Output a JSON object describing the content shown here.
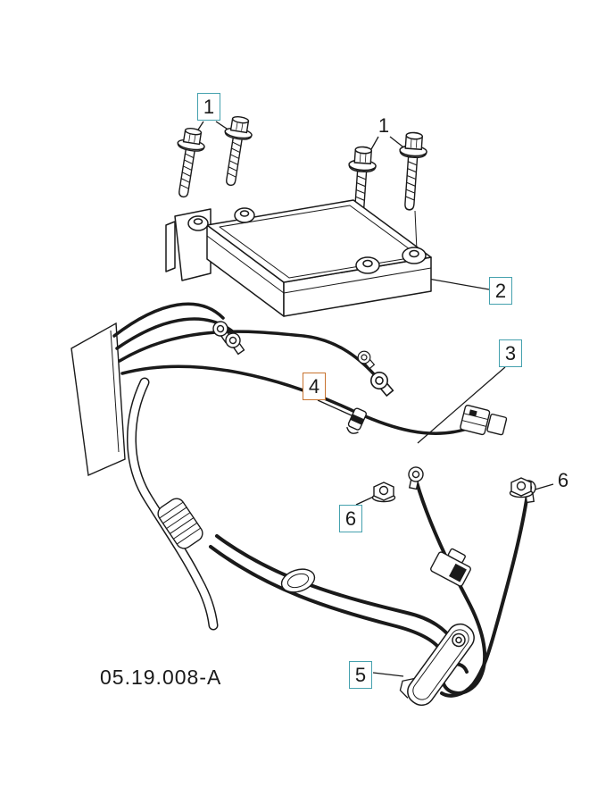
{
  "diagram": {
    "part_number": "05.19.008-A",
    "callouts": [
      {
        "label": "1",
        "style": "teal-box"
      },
      {
        "label": "1",
        "style": "plain"
      },
      {
        "label": "2",
        "style": "teal-box"
      },
      {
        "label": "3",
        "style": "teal-box"
      },
      {
        "label": "4",
        "style": "orange-box"
      },
      {
        "label": "6",
        "style": "plain"
      },
      {
        "label": "6",
        "style": "teal-box"
      },
      {
        "label": "5",
        "style": "teal-box"
      }
    ],
    "colors": {
      "line": "#1a1a1a",
      "background": "#ffffff",
      "callout_teal": "#45a1ae",
      "callout_orange": "#c8732f"
    }
  }
}
